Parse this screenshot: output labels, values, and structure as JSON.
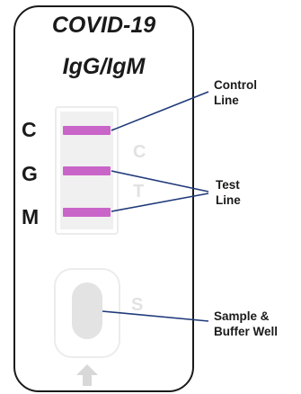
{
  "title": {
    "line1": "COVID-19",
    "line2": "IgG/IgM"
  },
  "strip_labels": [
    "C",
    "G",
    "M"
  ],
  "window_letters": [
    "C",
    "T"
  ],
  "well_letter": "S",
  "callouts": {
    "control": [
      "Control",
      "Line"
    ],
    "test": [
      "Test",
      "Line"
    ],
    "sample": [
      "Sample &",
      "Buffer Well"
    ]
  },
  "colors": {
    "band": "#c964c9",
    "leader": "#1f3a7a",
    "outline": "#1a1a1a"
  },
  "icons": {
    "flow_arrow": "arrow-up-icon"
  }
}
